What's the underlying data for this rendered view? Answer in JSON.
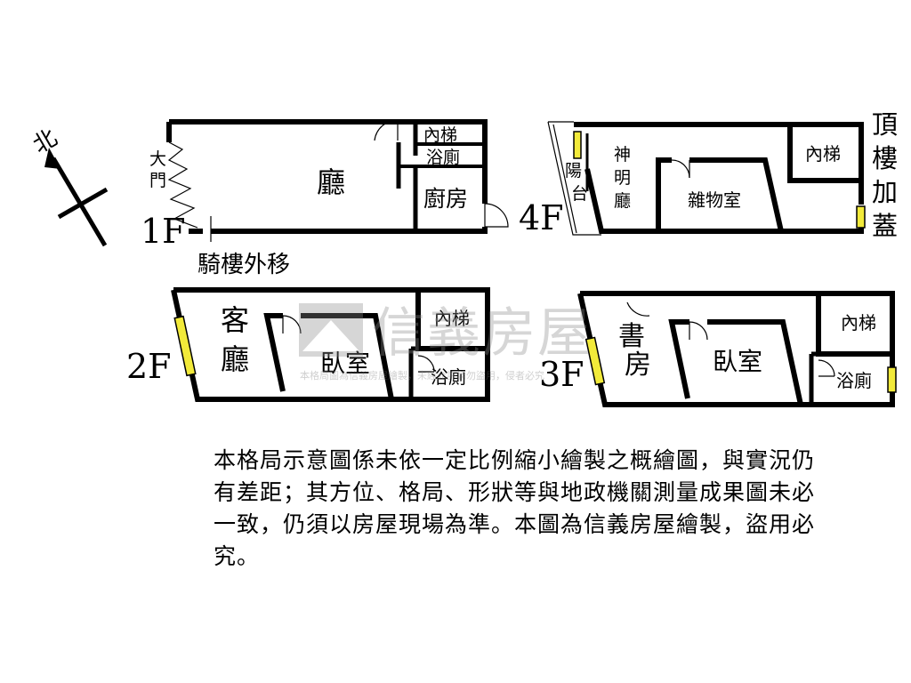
{
  "compass": {
    "label": "北"
  },
  "floors": {
    "f1": {
      "label": "1F",
      "rooms": {
        "hall": "廳",
        "stair": "內梯",
        "bath": "浴廁",
        "kitchen": "廚房",
        "gate": "大門"
      },
      "note": "騎樓外移"
    },
    "f2": {
      "label": "2F",
      "rooms": {
        "living_1": "客",
        "living_2": "廳",
        "bedroom": "臥室",
        "stair": "內梯",
        "bath": "浴廁"
      }
    },
    "f3": {
      "label": "3F",
      "rooms": {
        "study_1": "書",
        "study_2": "房",
        "bedroom": "臥室",
        "stair": "內梯",
        "bath": "浴廁"
      }
    },
    "f4": {
      "label": "4F",
      "rooms": {
        "shrine_1": "神",
        "shrine_2": "明",
        "shrine_3": "廳",
        "balcony_1": "陽",
        "balcony_2": "台",
        "storage": "雜物室",
        "stair": "內梯"
      },
      "rooftop": [
        "頂",
        "樓",
        "加",
        "蓋"
      ]
    }
  },
  "watermark": {
    "brand": "信義房屋",
    "sub": "本格局圖為信義房屋繪製，未經允許請勿盜用，侵者必究"
  },
  "disclaimer": "本格局示意圖係未依一定比例縮小繪製之概繪圖，與實況仍有差距；其方位、格局、形狀等與地政機關測量成果圖未必一致，仍須以房屋現場為準。本圖為信義房屋繪製，盜用必究。"
}
